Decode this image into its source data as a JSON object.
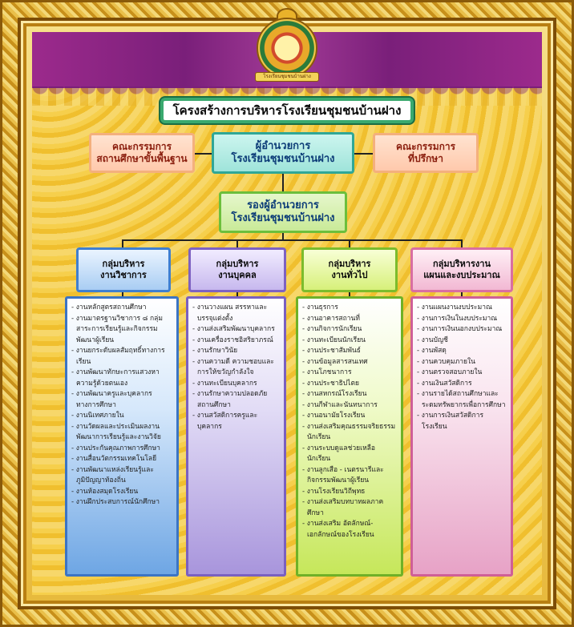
{
  "logo": {
    "ribbon_text": "โรงเรียนชุมชนบ้านฝาง",
    "icon": "school-emblem-icon"
  },
  "title": "โครงสร้างการบริหารโรงเรียนชุมชนบ้านฝาง",
  "director": {
    "line1": "ผู้อำนวยการ",
    "line2": "โรงเรียนชุมชนบ้านฝาง"
  },
  "board_left": {
    "line1": "คณะกรรมการ",
    "line2": "สถานศึกษาขั้นพื้นฐาน"
  },
  "board_right": {
    "line1": "คณะกรรมการ",
    "line2": "ที่ปรึกษา"
  },
  "deputy": {
    "line1": "รองผู้อำนวยการ",
    "line2": "โรงเรียนชุมชนบ้านฝาง"
  },
  "groups": [
    {
      "line1": "กลุ่มบริหาร",
      "line2": "งานวิชาการ",
      "items": [
        "งานหลักสูตรสถานศึกษา",
        "งานมาตรฐานวิชาการ ๘ กลุ่มสาระการเรียนรู้และกิจกรรมพัฒนาผู้เรียน",
        "งานยกระดับผลสัมฤทธิ์ทางการเรียน",
        "งานพัฒนาทักษะการแสวงหาความรู้ด้วยตนเอง",
        "งานพัฒนาครูและบุคลากรทางการศึกษา",
        "งานนิเทศภายใน",
        "งานวัดผลและประเมินผลงานพัฒนาการเรียนรู้และงานวิจัย",
        "งานประกันคุณภาพการศึกษา",
        "งานสื่อนวัตกรรมเทคโนโลยี",
        "งานพัฒนาแหล่งเรียนรู้และภูมิปัญญาท้องถิ่น",
        "งานห้องสมุดโรงเรียน",
        "งานฝึกประสบการณ์นักศึกษา"
      ]
    },
    {
      "line1": "กลุ่มบริหาร",
      "line2": "งานบุคคล",
      "items": [
        "งานวางแผน สรรหาและบรรจุแต่งตั้ง",
        "งานส่งเสริมพัฒนาบุคลากร",
        "งานเครื่องราชอิสริยาภรณ์",
        "งานรักษาวินัย",
        "งานความดี ความชอบและการให้ขวัญกำลังใจ",
        "งานทะเบียนบุคลากร",
        "งานรักษาความปลอดภัยสถานศึกษา",
        "งานสวัสดิการครูและบุคลากร"
      ]
    },
    {
      "line1": "กลุ่มบริหาร",
      "line2": "งานทั่วไป",
      "items": [
        "งานธุรการ",
        "งานอาคารสถานที่",
        "งานกิจการนักเรียน",
        "งานทะเบียนนักเรียน",
        "งานประชาสัมพันธ์",
        "งานข้อมูลสารสนเทศ",
        "งานโภชนาการ",
        "งานประชาธิปไตย",
        "งานสหกรณ์โรงเรียน",
        "งานกีฬาและนันทนาการ",
        "งานอนามัยโรงเรียน",
        "งานส่งเสริมคุณธรรมจริยธรรมนักเรียน",
        "งานระบบดูแลช่วยเหลือนักเรียน",
        "งานลูกเสือ - เนตรนารีและกิจกรรมพัฒนาผู้เรียน",
        "งานโรงเรียนวิถีพุทธ",
        "งานส่งเสริมบทบาทผลภาคศึกษา",
        "งานส่งเสริม อัตลักษณ์-เอกลักษณ์ของโรงเรียน"
      ]
    },
    {
      "line1": "กลุ่มบริหารงาน",
      "line2": "แผนและงบประมาณ",
      "items": [
        "งานแผนงานงบประมาณ",
        "งานการเงินในงบประมาณ",
        "งานการเงินนอกงบประมาณ",
        "งานบัญชี",
        "งานพัสดุ",
        "งานควบคุมภายใน",
        "งานตรวจสอบภายใน",
        "งานเงินสวัสดิการ",
        "งานรายได้สถานศึกษาและระดมทรัพยากรเพื่อการศึกษา",
        "งานการเงินสวัสดิการโรงเรียน"
      ]
    }
  ]
}
